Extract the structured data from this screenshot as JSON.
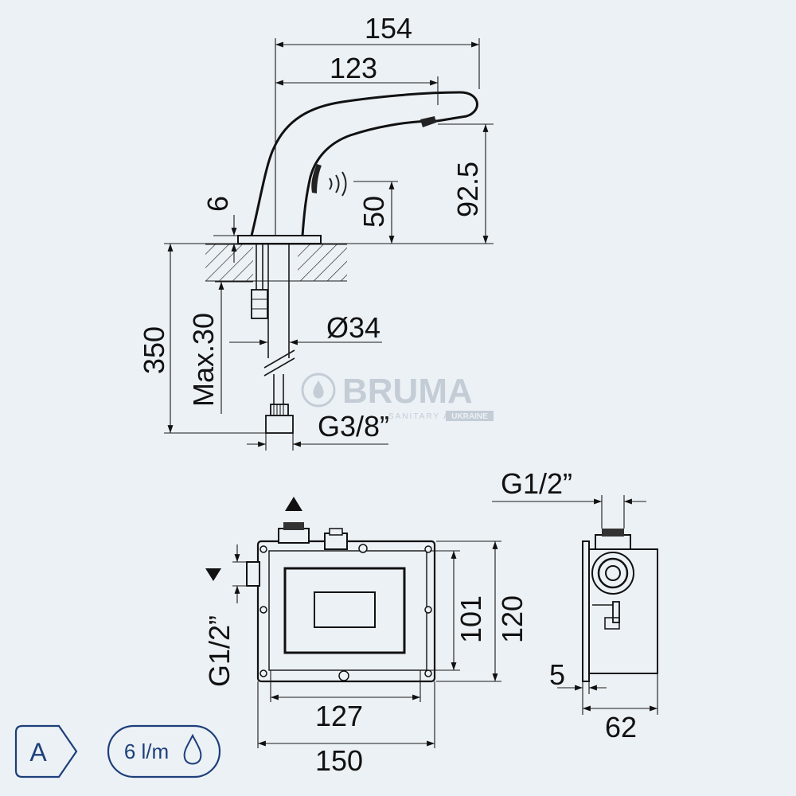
{
  "dimensions": {
    "top_width": "154",
    "spout_reach": "123",
    "spout_height": "92.5",
    "sensor_height": "50",
    "deck_thickness": "6",
    "overall_height": "350",
    "max_deck": "Max.30",
    "diameter": "Ø34",
    "inlet_thread": "G3/8”",
    "box_thread_top": "G1/2”",
    "box_thread_side": "G1/2”",
    "box_inner_width": "127",
    "box_outer_width": "150",
    "box_inner_height": "101",
    "box_outer_height": "120",
    "box_flange": "5",
    "box_depth": "62"
  },
  "watermark": {
    "brand": "BRUMA",
    "sub_left": "SANITARY ART",
    "sub_right": "UKRAINE"
  },
  "badges": {
    "energy_class": "A",
    "flow_rate": "6 l/m"
  },
  "colors": {
    "background": "#ecf1f6",
    "line": "#1a1a1a",
    "badge": "#1e3f7a",
    "watermark": "#c4cdd6"
  }
}
